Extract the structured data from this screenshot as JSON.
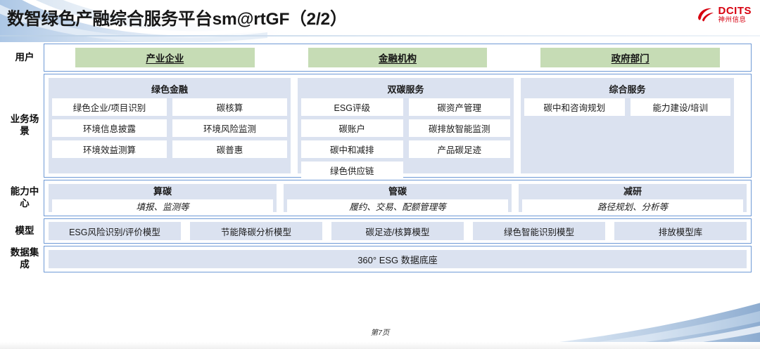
{
  "header": {
    "title": "数智绿色产融综合服务平台sm@rtGF（2/2）",
    "logo_main": "DCITS",
    "logo_sub": "神州信息",
    "brand_color": "#d7000f"
  },
  "theme": {
    "panel_bg": "#dbe2f0",
    "user_chip_bg": "#c6dcb5",
    "border_blue": "#6f9ad6"
  },
  "rows": {
    "user": {
      "label": "用户",
      "chips": [
        "产业企业",
        "金融机构",
        "政府部门"
      ]
    },
    "scenario": {
      "label": "业务场景",
      "panels": [
        {
          "title": "绿色金融",
          "items": [
            "绿色企业/项目识别",
            "碳核算",
            "环境信息披露",
            "环境风险监测",
            "环境效益测算",
            "碳普惠"
          ]
        },
        {
          "title": "双碳服务",
          "items": [
            "ESG评级",
            "碳资产管理",
            "碳账户",
            "碳排放智能监测",
            "碳中和减排",
            "产品碳足迹",
            "绿色供应链"
          ]
        },
        {
          "title": "综合服务",
          "items": [
            "碳中和咨询规划",
            "能力建设/培训"
          ]
        }
      ]
    },
    "capability": {
      "label": "能力中心",
      "panels": [
        {
          "title": "算碳",
          "subtitle": "填报、监测等"
        },
        {
          "title": "管碳",
          "subtitle": "履约、交易、配额管理等"
        },
        {
          "title": "减研",
          "subtitle": "路径规划、分析等"
        }
      ]
    },
    "model": {
      "label": "模型",
      "items": [
        "ESG风险识别/评价模型",
        "节能降碳分析模型",
        "碳足迹/核算模型",
        "绿色智能识别模型",
        "排放模型库"
      ]
    },
    "data": {
      "label": "数据集成",
      "bar": "360° ESG 数据底座"
    }
  },
  "footer": {
    "page": "第7页"
  }
}
